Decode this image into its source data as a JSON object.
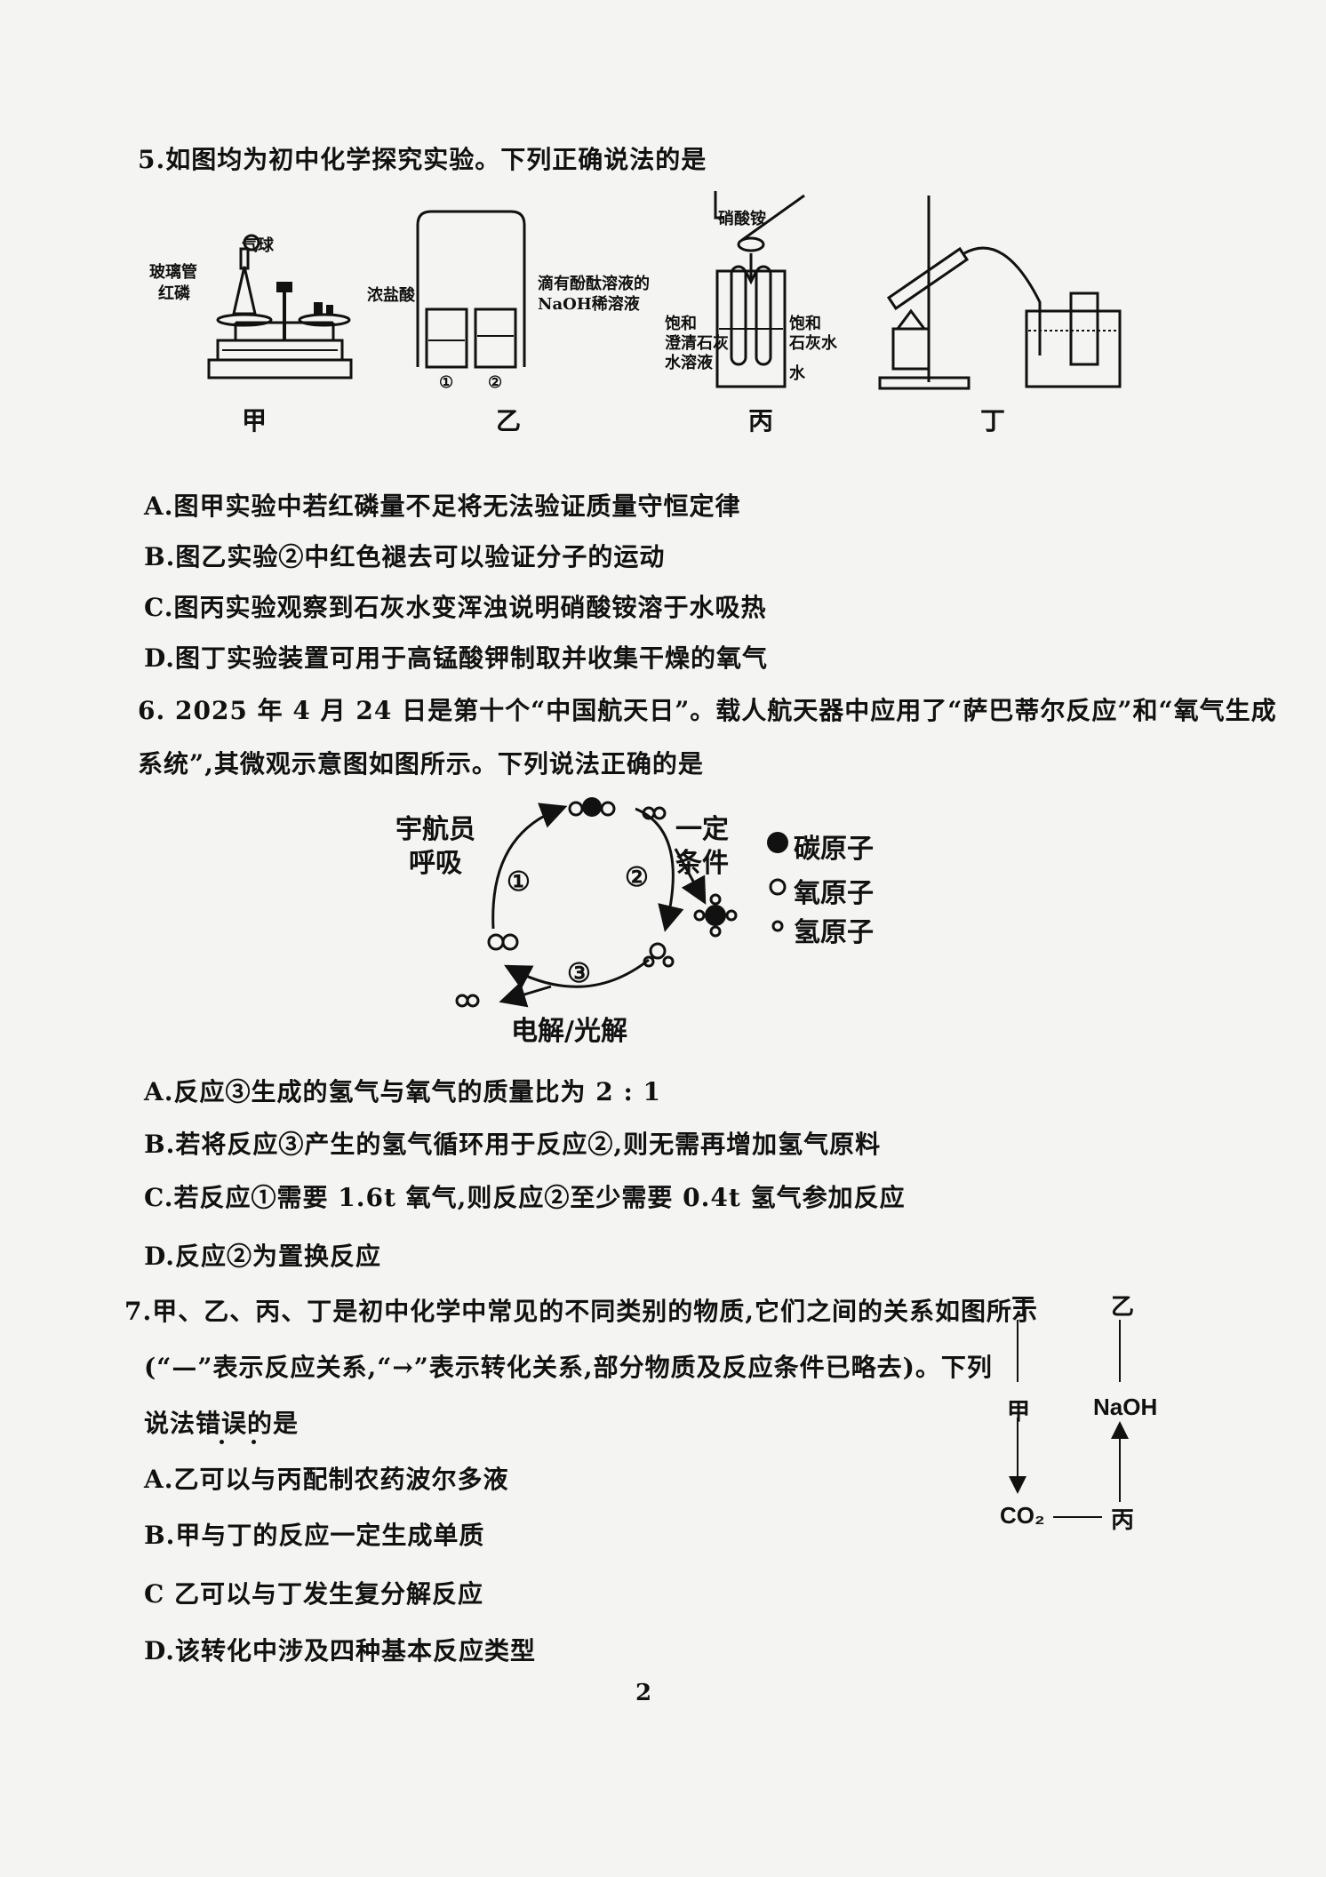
{
  "q5": {
    "stem": "5.如图均为初中化学探究实验。下列正确说法的是",
    "fig_labels": {
      "jia": "甲",
      "yi": "乙",
      "bing": "丙",
      "ding": "丁"
    },
    "jia_labels": {
      "balloon": "气球",
      "glass_tube": "玻璃管",
      "red_p": "红磷"
    },
    "yi_labels": {
      "left": "浓盐酸",
      "right_l1": "滴有酚酞溶液的",
      "right_l2": "NaOH稀溶液",
      "b1": "①",
      "b2": "②"
    },
    "bing_labels": {
      "spoon": "硝酸铵",
      "left_l1": "饱和",
      "left_l2": "澄清石灰",
      "left_l3": "水溶液",
      "right_l1": "饱和",
      "right_l2": "石灰水",
      "water": "水"
    },
    "options": [
      "A.图甲实验中若红磷量不足将无法验证质量守恒定律",
      "B.图乙实验②中红色褪去可以验证分子的运动",
      "C.图丙实验观察到石灰水变浑浊说明硝酸铵溶于水吸热",
      "D.图丁实验装置可用于高锰酸钾制取并收集干燥的氧气"
    ]
  },
  "q6": {
    "stem_l1": "6. 2025 年 4 月 24 日是第十个“中国航天日”。载人航天器中应用了“萨巴蒂尔反应”和“氧气生成",
    "stem_l2": "系统”,其微观示意图如图所示。下列说法正确的是",
    "diagram": {
      "astronaut_l1": "宇航员",
      "astronaut_l2": "呼吸",
      "cond_l1": "一定",
      "cond_l2": "条件",
      "r1": "①",
      "r2": "②",
      "r3": "③",
      "bottom": "电解/光解",
      "legend": [
        "碳原子",
        "氧原子",
        "氢原子"
      ]
    },
    "options": [
      "A.反应③生成的氢气与氧气的质量比为 2 : 1",
      "B.若将反应③产生的氢气循环用于反应②,则无需再增加氢气原料",
      "C.若反应①需要 1.6t 氧气,则反应②至少需要 0.4t 氢气参加反应",
      "D.反应②为置换反应"
    ]
  },
  "q7": {
    "stem_l1": "7.甲、乙、丙、丁是初中化学中常见的不同类别的物质,它们之间的关系如图所示",
    "stem_l2": "(“—”表示反应关系,“→”表示转化关系,部分物质及反应条件已略去)。下列",
    "stem_l3": "说法错误的是",
    "diagram": {
      "ding": "丁",
      "yi": "乙",
      "jia": "甲",
      "naoh": "NaOH",
      "co2": "CO₂",
      "bing": "丙"
    },
    "options": [
      "A.乙可以与丙配制农药波尔多液",
      "B.甲与丁的反应一定生成单质",
      "C 乙可以与丁发生复分解反应",
      "D.该转化中涉及四种基本反应类型"
    ]
  },
  "page_number": "2"
}
